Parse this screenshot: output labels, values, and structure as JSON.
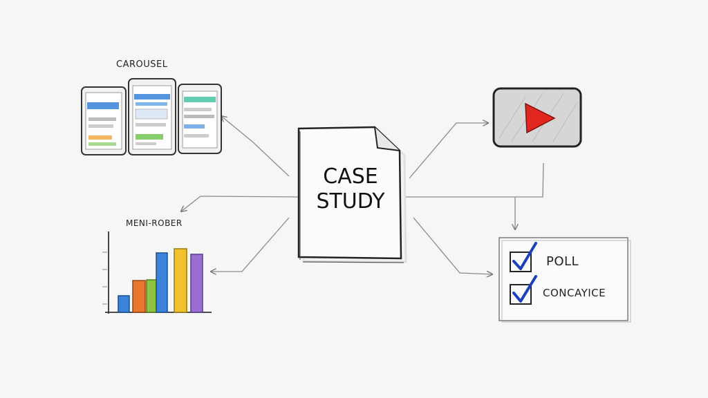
{
  "center": {
    "title_line1": "CASE",
    "title_line2": "STUDY",
    "icon": "document-icon"
  },
  "carousel": {
    "label": "CAROUSEL",
    "icon": "carousel-phones-icon"
  },
  "video": {
    "icon": "play-button-icon",
    "play_color": "#e0261f"
  },
  "chart": {
    "label": "MENI-ROBER",
    "bar_colors": [
      "#3b82d9",
      "#e8762d",
      "#8cc63f",
      "#3b82d9",
      "#f2c12e",
      "#9b6fd1"
    ]
  },
  "checklist": {
    "items": [
      {
        "label": "POLL",
        "checked": true
      },
      {
        "label": "CONCAYICE",
        "checked": true
      }
    ],
    "check_color": "#1a3fbf"
  }
}
